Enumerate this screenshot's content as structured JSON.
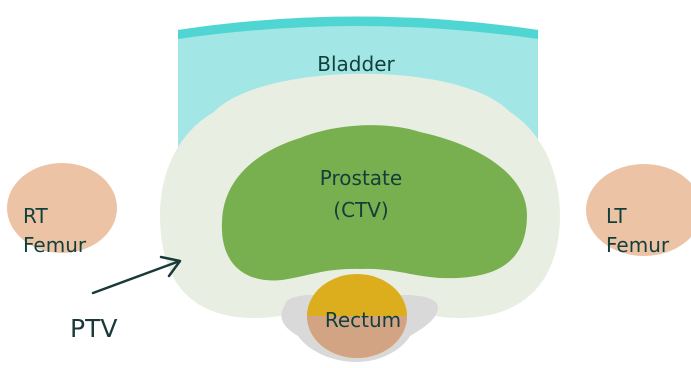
{
  "labels": {
    "bladder": "Bladder",
    "prostate_line1": "Prostate",
    "prostate_line2": "(CTV)",
    "rt_femur_line1": "RT",
    "rt_femur_line2": "Femur",
    "lt_femur_line1": "LT",
    "lt_femur_line2": "Femur",
    "ptv": "PTV",
    "rectum": "Rectum"
  },
  "colors": {
    "bladder_fill": "#a3e6e6",
    "bladder_rim": "#4fd6d3",
    "ptv_fill": "#e9eee3",
    "ptv_fill_top": "#eef3ea",
    "prostate_fill": "#78b04f",
    "femur_fill": "#edc3a6",
    "rectum_halo": "#d9d9d9",
    "rectum_top": "#dcae1d",
    "rectum_fill": "#d3a483",
    "arrow": "#1a3a39",
    "label_text": "#123f3a"
  }
}
